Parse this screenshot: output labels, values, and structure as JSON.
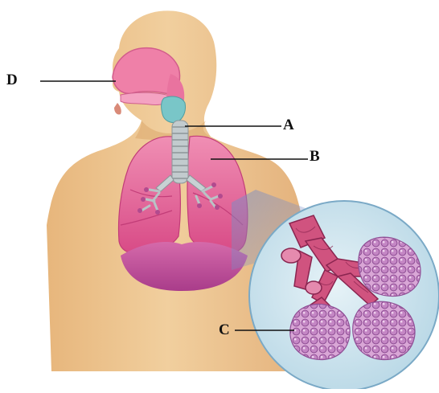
{
  "labels": {
    "a": "A",
    "b": "B",
    "c": "C",
    "d": "D"
  },
  "colors": {
    "skin": "#ecc591",
    "skin_shadow": "#d9a872",
    "lung": "#e86a9c",
    "lung_dark": "#c9407b",
    "airway": "#b9c3c6",
    "larynx": "#79c6c8",
    "nasal": "#ef80a8",
    "diaphragm": "#c84f98",
    "zoom_bg": "#c9e2ee",
    "alveoli": "#c98ac8",
    "bronchiole": "#d0537f",
    "leader": "#111111"
  },
  "icons": {
    "body": "human-torso-illustration",
    "magnifier": "zoom-circle",
    "alveoli": "alveoli-cluster"
  }
}
